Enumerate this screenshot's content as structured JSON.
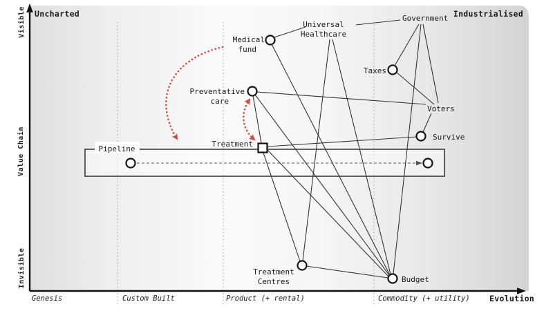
{
  "corners": {
    "top_left": "Uncharted",
    "top_right": "Industrialised"
  },
  "y_axis": {
    "label": "Value Chain",
    "top": "Visible",
    "bottom": "Invisible"
  },
  "x_axis": {
    "label": "Evolution",
    "stages": [
      "Genesis",
      "Custom Built",
      "Product (+ rental)",
      "Commodity (+ utility)"
    ]
  },
  "nodes": {
    "medical_fund": {
      "line1": "Medical",
      "line2": "fund",
      "marker": "circle"
    },
    "universal_healthcare": {
      "line1": "Universal",
      "line2": "Healthcare",
      "marker": "none"
    },
    "government": {
      "label": "Government",
      "marker": "none"
    },
    "taxes": {
      "label": "Taxes",
      "marker": "circle"
    },
    "voters": {
      "label": "Voters",
      "marker": "none"
    },
    "survive": {
      "label": "Survive",
      "marker": "circle"
    },
    "preventative_care": {
      "line1": "Preventative",
      "line2": "care",
      "marker": "circle"
    },
    "treatment": {
      "label": "Treatment",
      "marker": "square"
    },
    "treatment_centres": {
      "line1": "Treatment",
      "line2": "Centres",
      "marker": "circle"
    },
    "budget": {
      "label": "Budget",
      "marker": "circle"
    }
  },
  "pipeline": {
    "label": "Pipeline"
  },
  "edges": [
    [
      "medical_fund",
      "universal_healthcare"
    ],
    [
      "universal_healthcare",
      "government"
    ],
    [
      "government",
      "taxes"
    ],
    [
      "government",
      "voters"
    ],
    [
      "government",
      "budget"
    ],
    [
      "taxes",
      "voters"
    ],
    [
      "voters",
      "survive"
    ],
    [
      "preventative_care",
      "voters"
    ],
    [
      "preventative_care",
      "treatment"
    ],
    [
      "preventative_care",
      "budget"
    ],
    [
      "medical_fund",
      "budget"
    ],
    [
      "universal_healthcare",
      "treatment_centres"
    ],
    [
      "universal_healthcare",
      "budget"
    ],
    [
      "treatment",
      "survive"
    ],
    [
      "treatment",
      "treatment_centres"
    ],
    [
      "treatment",
      "budget"
    ],
    [
      "treatment_centres",
      "budget"
    ]
  ],
  "movement_arrows": [
    {
      "from": "medical_fund",
      "to": "pipeline",
      "style": "dotted-red"
    },
    {
      "from": "treatment",
      "to": "preventative_care",
      "style": "dotted-red",
      "bidirectional": true
    }
  ],
  "colors": {
    "edge_line": "#333333",
    "red_arrow": "#d9453b",
    "node_fill": "#ffffff",
    "node_stroke": "#141414",
    "axis": "#111111",
    "gridline": "#9a9a9a"
  }
}
